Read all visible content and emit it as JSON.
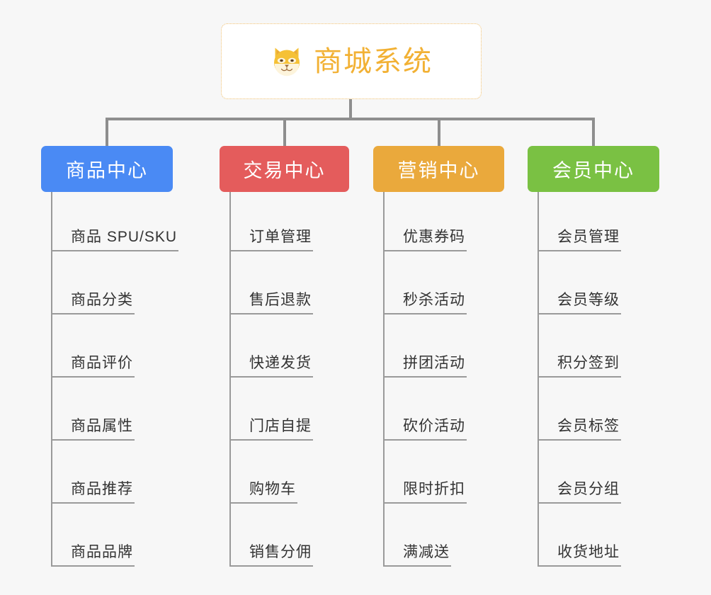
{
  "root": {
    "title": "商城系统",
    "icon": "shiba-dog-face-icon",
    "border_color": "#f0c070",
    "text_color": "#f2b134",
    "background": "#ffffff"
  },
  "canvas": {
    "background": "#f7f7f7",
    "connector_color": "#8e8e8e",
    "branch_line_color": "#9a9a9a",
    "leaf_text_color": "#333333"
  },
  "columns": [
    {
      "header": "商品中心",
      "color": "#4a8af4",
      "items": [
        "商品 SPU/SKU",
        "商品分类",
        "商品评价",
        "商品属性",
        "商品推荐",
        "商品品牌"
      ]
    },
    {
      "header": "交易中心",
      "color": "#e45c5c",
      "items": [
        "订单管理",
        "售后退款",
        "快递发货",
        "门店自提",
        "购物车",
        "销售分佣"
      ]
    },
    {
      "header": "营销中心",
      "color": "#eaa93c",
      "items": [
        "优惠券码",
        "秒杀活动",
        "拼团活动",
        "砍价活动",
        "限时折扣",
        "满减送"
      ]
    },
    {
      "header": "会员中心",
      "color": "#7ac143",
      "items": [
        "会员管理",
        "会员等级",
        "积分签到",
        "会员标签",
        "会员分组",
        "收货地址"
      ]
    }
  ]
}
